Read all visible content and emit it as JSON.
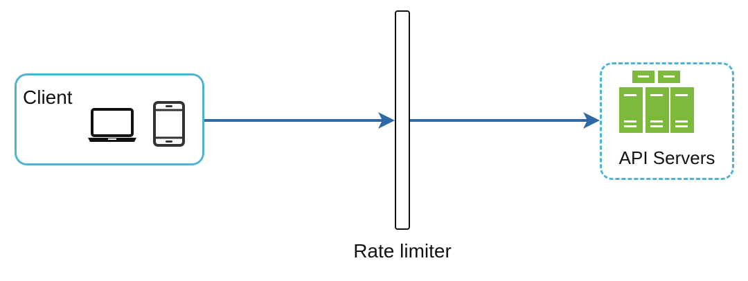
{
  "client": {
    "label": "Client",
    "icons": [
      "laptop-icon",
      "tablet-icon"
    ]
  },
  "rate_limiter": {
    "label": "Rate limiter"
  },
  "api_servers": {
    "label": "API Servers",
    "icon": "server-rack-icon"
  },
  "colors": {
    "box_border": "#4fb3d6",
    "arrow": "#2f6aa6",
    "server": "#7dba3c",
    "text": "#111111"
  }
}
